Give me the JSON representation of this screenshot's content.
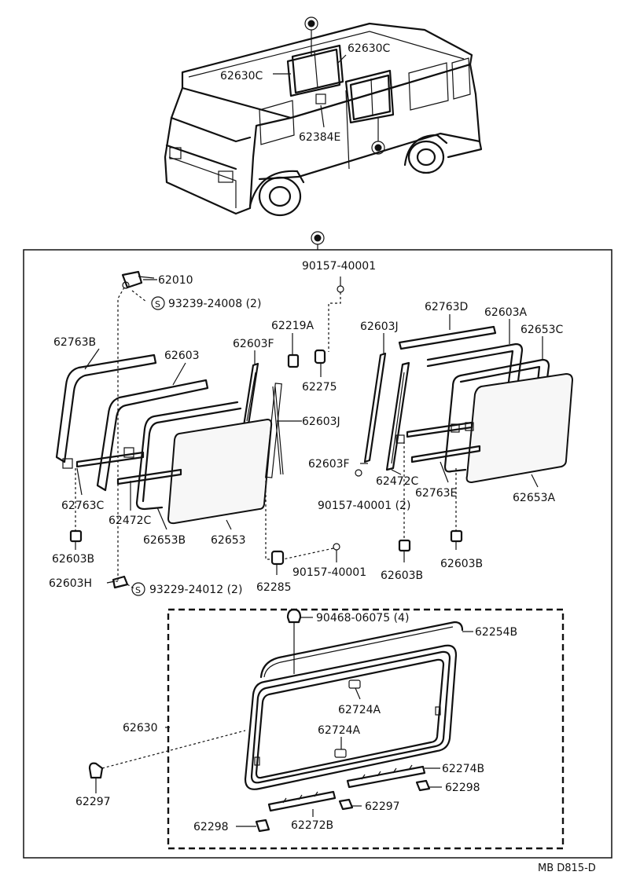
{
  "diagram": {
    "doc_code": "MB D815-D",
    "labels": {
      "p62630C_a": "62630C",
      "p62630C_b": "62630C",
      "p62384E": "62384E",
      "p90157_top": "90157-40001",
      "p62010": "62010",
      "p93239": "93239-24008 (2)",
      "p62219A": "62219A",
      "p62763B": "62763B",
      "p62603": "62603",
      "p62603F_l": "62603F",
      "p62275": "62275",
      "p62603J_top": "62603J",
      "p62763D": "62763D",
      "p62603A": "62603A",
      "p62653C": "62653C",
      "p62603J_mid": "62603J",
      "p62603F_r": "62603F",
      "p62472C_r": "62472C",
      "p62763E": "62763E",
      "p62653A": "62653A",
      "p90157_mid": "90157-40001 (2)",
      "p62763C": "62763C",
      "p62472C_l": "62472C",
      "p62653B": "62653B",
      "p62653": "62653",
      "p62603B_1": "62603B",
      "p62603B_2": "62603B",
      "p62603B_3": "62603B",
      "p90157_low": "90157-40001",
      "p62285": "62285",
      "p62603H": "62603H",
      "p93229": "93229-24012 (2)",
      "p90468": "90468-06075 (4)",
      "p62254B": "62254B",
      "p62724A_1": "62724A",
      "p62724A_2": "62724A",
      "p62630": "62630",
      "p62274B": "62274B",
      "p62298_r": "62298",
      "p62297_l": "62297",
      "p62297_r": "62297",
      "p62298_l": "62298",
      "p62272B": "62272B",
      "screw_symbol": "S"
    }
  }
}
